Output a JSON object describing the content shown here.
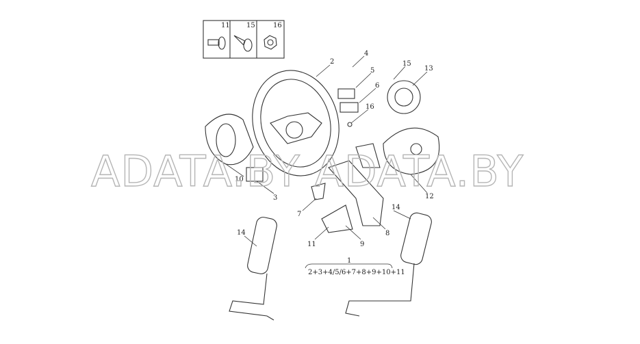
{
  "diagram": {
    "fastener_box": {
      "labels": [
        "11",
        "15",
        "16"
      ]
    },
    "callouts": {
      "c2": "2",
      "c4": "4",
      "c5": "5",
      "c6": "6",
      "c16": "16",
      "c15": "15",
      "c13": "13",
      "c10": "10",
      "c3": "3",
      "c12": "12",
      "c7": "7",
      "c14a": "14",
      "c14b": "14",
      "c8": "8",
      "c11": "11",
      "c9": "9",
      "c1": "1"
    },
    "assembly_formula": "2+3+4/5/6+7+8+9+10+11",
    "watermark": "ADATA.BY ADATA.BY"
  }
}
